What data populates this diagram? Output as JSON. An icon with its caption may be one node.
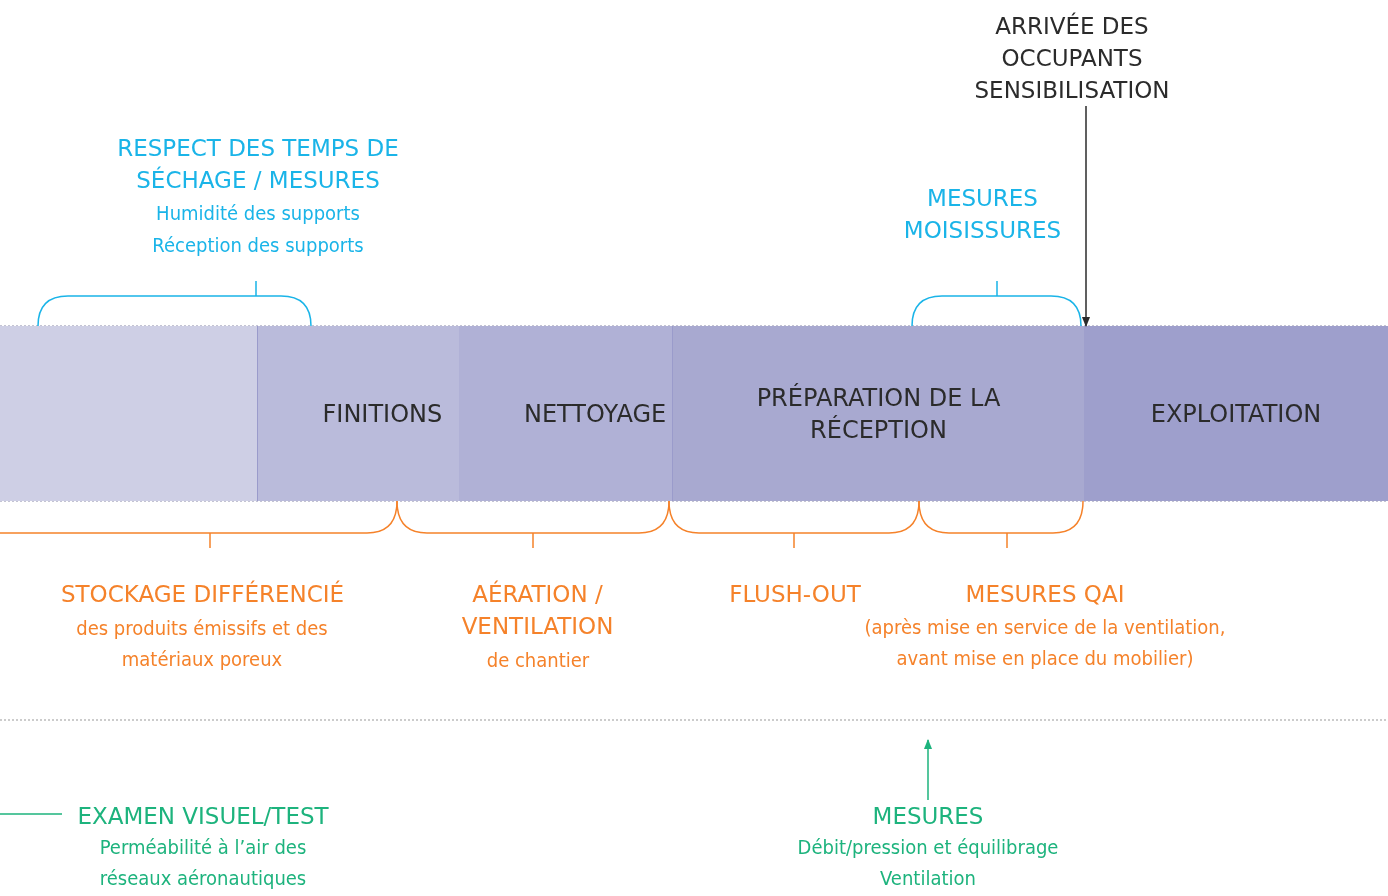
{
  "diagram": {
    "nodes": [
      {
        "text": [],
        "shape": "box"
      },
      {
        "text": [
          "FINITIONS"
        ]
      },
      {
        "text": [
          "NETTOYAGE"
        ]
      },
      {
        "text": [
          "PRÉPARATION DE LA RÉCEPTION"
        ]
      },
      {
        "text": [
          "EXPLOITATION"
        ]
      },
      {
        "text": [
          "ARRIVÉE DES OCCUPANTS SENSIBILISATION"
        ]
      },
      {
        "text": [
          "MESURES",
          "Débit/pression et équilibrage",
          "Ventilation"
        ]
      },
      {
        "text": [
          "EXAMEN VISUEL/TEST",
          "Perméabilité à l’air des réseaux aéronautiques"
        ]
      }
    ],
    "edges": [
      {
        "from": 5,
        "to": 4,
        "arrow": "to",
        "color": "#2b2b2b"
      },
      {
        "from": 6,
        "to": null,
        "arrow": "to"
      },
      {
        "from": null,
        "to": 7,
        "arrow": "none"
      }
    ],
    "labels": [
      "RESPECT DES TEMPS DE SÉCHAGE / MESURES",
      "Humidité des supports",
      "Réception des supports",
      "MESURES MOISISSURES",
      "STOCKAGE DIFFÉRENCIÉ",
      "des produits émissifs et des matériaux poreux",
      "AÉRATION / VENTILATION",
      "de  chantier",
      "FLUSH-OUT",
      "MESURES QAI",
      "(après mise en service de la ventilation, avant mise en place du mobilier)"
    ]
  }
}
